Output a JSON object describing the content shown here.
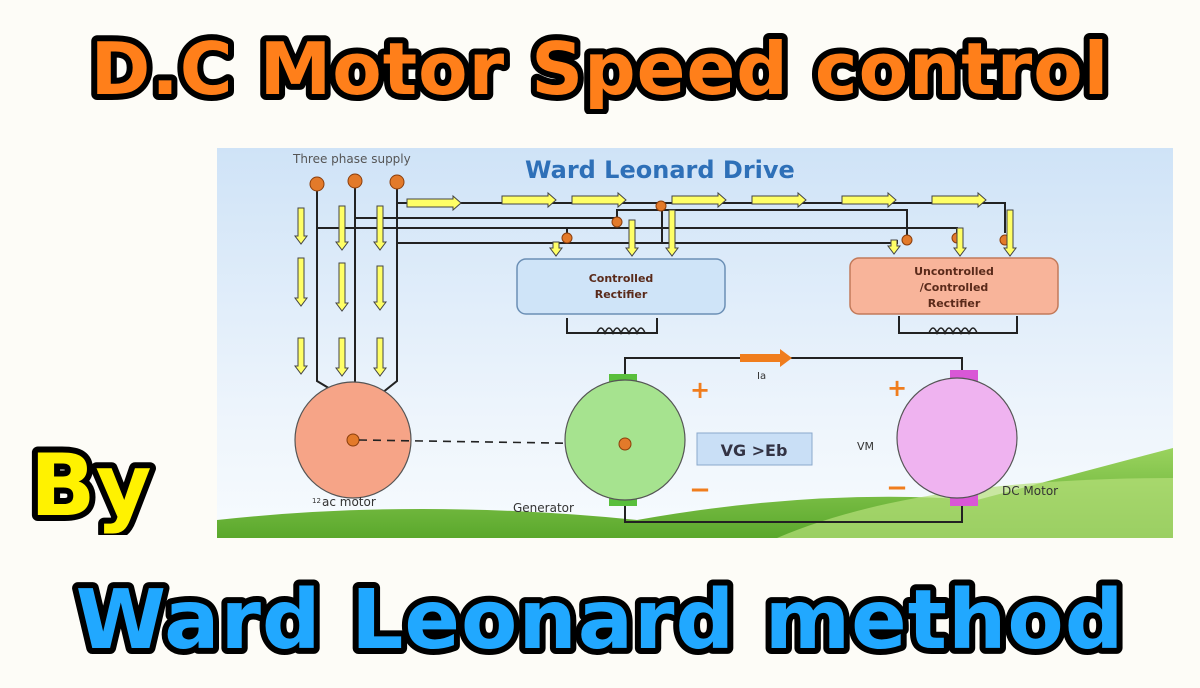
{
  "headline": {
    "title": "D.C Motor Speed control",
    "by": "By",
    "method": "Ward Leonard method"
  },
  "colors": {
    "title_fill": "#ff7f1a",
    "by_fill": "#fff200",
    "method_fill": "#21a8ff",
    "outline": "#000000",
    "sky_top": "#cfe3f7",
    "grass": "#7cc243",
    "arrow_fill": "#ffff66",
    "ac_motor": "#f6a487",
    "generator": "#a6e38f",
    "generator_terminal": "#59bf3c",
    "dc_motor": "#efb3f0",
    "dc_motor_terminal": "#d957d6",
    "controlled_rectifier": "#cfe4f8",
    "uncontrolled_rectifier": "#f8b49a",
    "current_arrow": "#f07d1d",
    "diagram_title": "#2e70b8"
  },
  "diagram": {
    "heading": "Ward Leonard Drive",
    "supply_label": "Three phase supply",
    "controlled_rectifier": [
      "Controlled",
      "Rectifier"
    ],
    "uncontrolled_rectifier": [
      "Uncontrolled",
      "/Controlled",
      "Rectifier"
    ],
    "ac_motor_label": "ac motor",
    "ac_motor_sup": "12",
    "generator_label": "Generator",
    "dc_motor_label": "DC Motor",
    "current_label": "Ia",
    "voltage_box": "VG >Eb",
    "vm_label": "VM",
    "plus": "+",
    "minus": "−"
  }
}
